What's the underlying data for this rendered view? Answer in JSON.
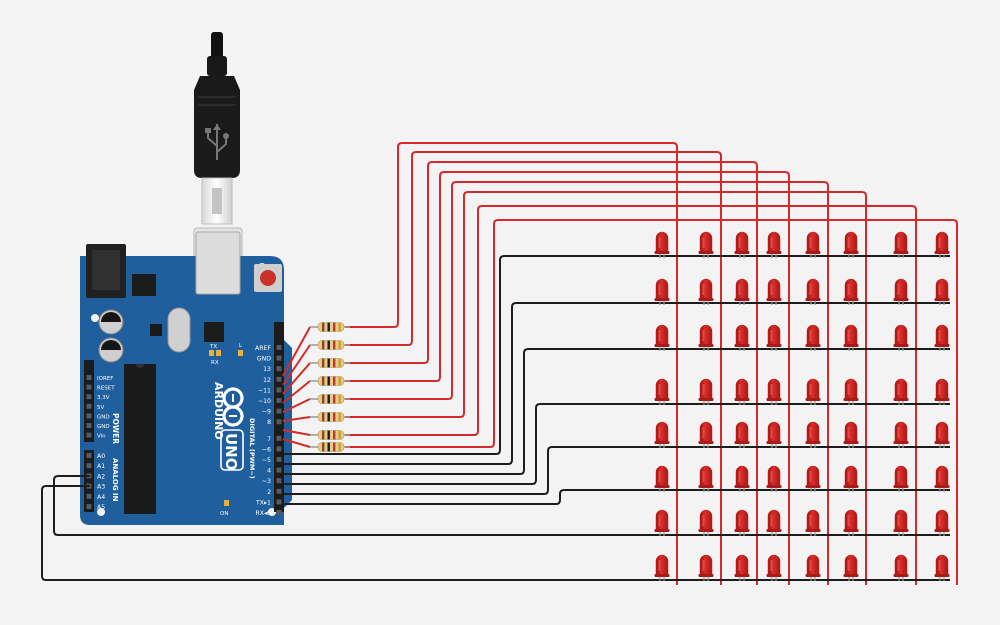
{
  "board": {
    "brand": "ARDUINO",
    "model": "UNO",
    "digital_header": "DIGITAL (PWM~)",
    "power_header": "POWER",
    "analog_header": "ANALOG IN",
    "on_label": "ON",
    "l_label": "L",
    "tx_label": "TX",
    "rx_label": "RX",
    "digital_pins": [
      "AREF",
      "GND",
      "13",
      "12",
      "~11",
      "~10",
      "~9",
      "8",
      "7",
      "~6",
      "~5",
      "4",
      "~3",
      "2",
      "TX▸1",
      "RX◂0"
    ],
    "power_pins": [
      "IOREF",
      "RESET",
      "3.3V",
      "5V",
      "GND",
      "GND",
      "Vin"
    ],
    "analog_pins": [
      "A0",
      "A1",
      "A2",
      "A3",
      "A4",
      "A5"
    ]
  },
  "led_matrix": {
    "rows": 8,
    "columns": 8,
    "led_color": "#c9201f"
  },
  "resistors": {
    "count": 8
  },
  "colors": {
    "board": "#1f5f9e",
    "wire_anode": "#d42a2a",
    "wire_cathode": "#1d1d1d",
    "background": "#f3f3f4"
  }
}
